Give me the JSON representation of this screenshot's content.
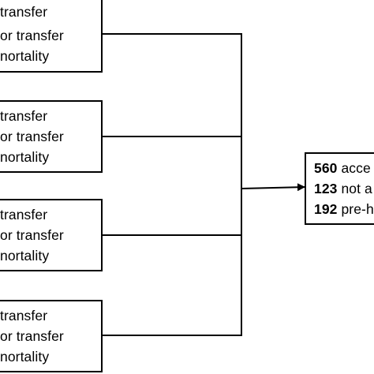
{
  "source_boxes": [
    {
      "lines": [
        "transfer",
        "or transfer",
        "nortality"
      ]
    },
    {
      "lines": [
        "transfer",
        "or transfer",
        "nortality"
      ]
    },
    {
      "lines": [
        "transfer",
        "or transfer",
        "nortality"
      ]
    },
    {
      "lines": [
        "transfer",
        "or transfer",
        "nortality"
      ]
    }
  ],
  "target_box": {
    "rows": [
      {
        "number": "560",
        "text": " acce"
      },
      {
        "number": "123",
        "text": " not a"
      },
      {
        "number": "192",
        "text": " pre-h"
      }
    ]
  }
}
